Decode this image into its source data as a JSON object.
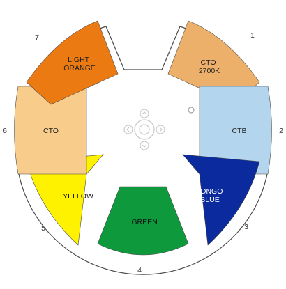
{
  "colors": {
    "outline": "#4a4a4a",
    "background": "#ffffff",
    "center_icon": "#c8c8c8"
  },
  "segments": [
    {
      "slot": "1",
      "lines": [
        "CTO",
        "2700K"
      ],
      "fill": "#edb06a",
      "text_color": "#222222"
    },
    {
      "slot": "2",
      "lines": [
        "CTB"
      ],
      "fill": "#b3d5ee",
      "text_color": "#222222"
    },
    {
      "slot": "3",
      "lines": [
        "CONGO",
        "BLUE"
      ],
      "fill": "#0a2a9e",
      "text_color": "#ffffff"
    },
    {
      "slot": "4",
      "lines": [
        "GREEN"
      ],
      "fill": "#0e9a3c",
      "text_color": "#111111"
    },
    {
      "slot": "5",
      "lines": [
        "YELLOW"
      ],
      "fill": "#fff200",
      "text_color": "#111111"
    },
    {
      "slot": "6",
      "lines": [
        "CTO"
      ],
      "fill": "#f8cd8c",
      "text_color": "#222222"
    },
    {
      "slot": "7",
      "lines": [
        "LIGHT",
        "ORANGE"
      ],
      "fill": "#ec7a12",
      "text_color": "#222222"
    }
  ],
  "center_icon": "move-crosshair-icon"
}
